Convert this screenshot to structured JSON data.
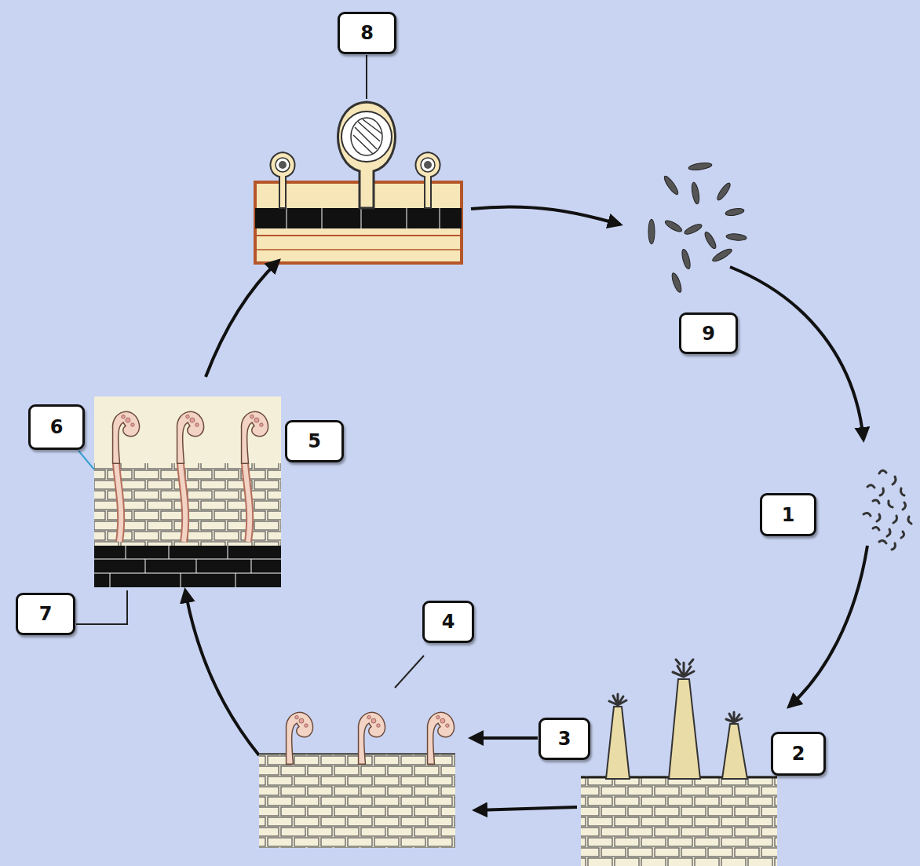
{
  "diagram": {
    "nodes": [
      {
        "text": [
          "8"
        ]
      },
      {
        "text": [
          "9"
        ]
      },
      {
        "text": [
          "6"
        ]
      },
      {
        "text": [
          "5"
        ]
      },
      {
        "text": [
          "1"
        ]
      },
      {
        "text": [
          "7"
        ]
      },
      {
        "text": [
          "4"
        ]
      },
      {
        "text": [
          "3"
        ]
      },
      {
        "text": [
          "2"
        ]
      }
    ]
  }
}
